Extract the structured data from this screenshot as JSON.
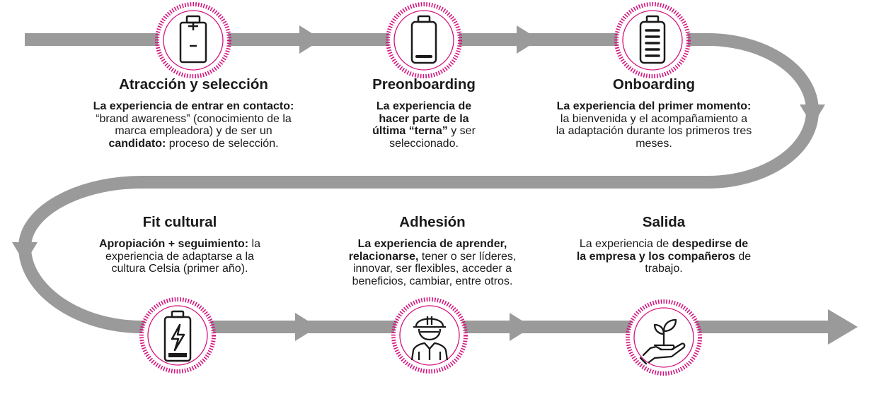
{
  "colors": {
    "track": "#9a9a9a",
    "badge_ring": "#d4147e",
    "icon_stroke": "#1a1a1a"
  },
  "stages": [
    {
      "title": "Atracción y selección",
      "icon": "battery-minus-icon",
      "description": [
        {
          "bold": "La experiencia de entrar en contacto:"
        },
        {
          "text": " “brand awareness” (conocimiento de la marca empleadora) y de ser un "
        },
        {
          "bold": "candidato:"
        },
        {
          "text": " proceso de selección."
        }
      ]
    },
    {
      "title": "Preonboarding",
      "icon": "battery-low-icon",
      "description": [
        {
          "bold": "La experiencia de hacer parte de la última “terna”"
        },
        {
          "text": " y ser seleccionado."
        }
      ]
    },
    {
      "title": "Onboarding",
      "icon": "battery-full-icon",
      "description": [
        {
          "bold": "La experiencia del primer momento:"
        },
        {
          "text": " la bienvenida y el acompañamiento a la adaptación durante los primeros tres meses."
        }
      ]
    },
    {
      "title": "Fit cultural",
      "icon": "battery-charging-icon",
      "description": [
        {
          "bold": "Apropiación + seguimiento:"
        },
        {
          "text": " la experiencia de adaptarse a la cultura Celsia (primer año)."
        }
      ]
    },
    {
      "title": "Adhesión",
      "icon": "worker-icon",
      "description": [
        {
          "bold": "La experiencia de aprender, relacionarse,"
        },
        {
          "text": " tener o ser líderes, innovar, ser flexibles, acceder a beneficios, cambiar, entre otros."
        }
      ]
    },
    {
      "title": "Salida",
      "icon": "plant-in-hand-icon",
      "description": [
        {
          "text": "La experiencia de "
        },
        {
          "bold": "despedirse de la empresa y los compañeros"
        },
        {
          "text": " de trabajo."
        }
      ]
    }
  ]
}
